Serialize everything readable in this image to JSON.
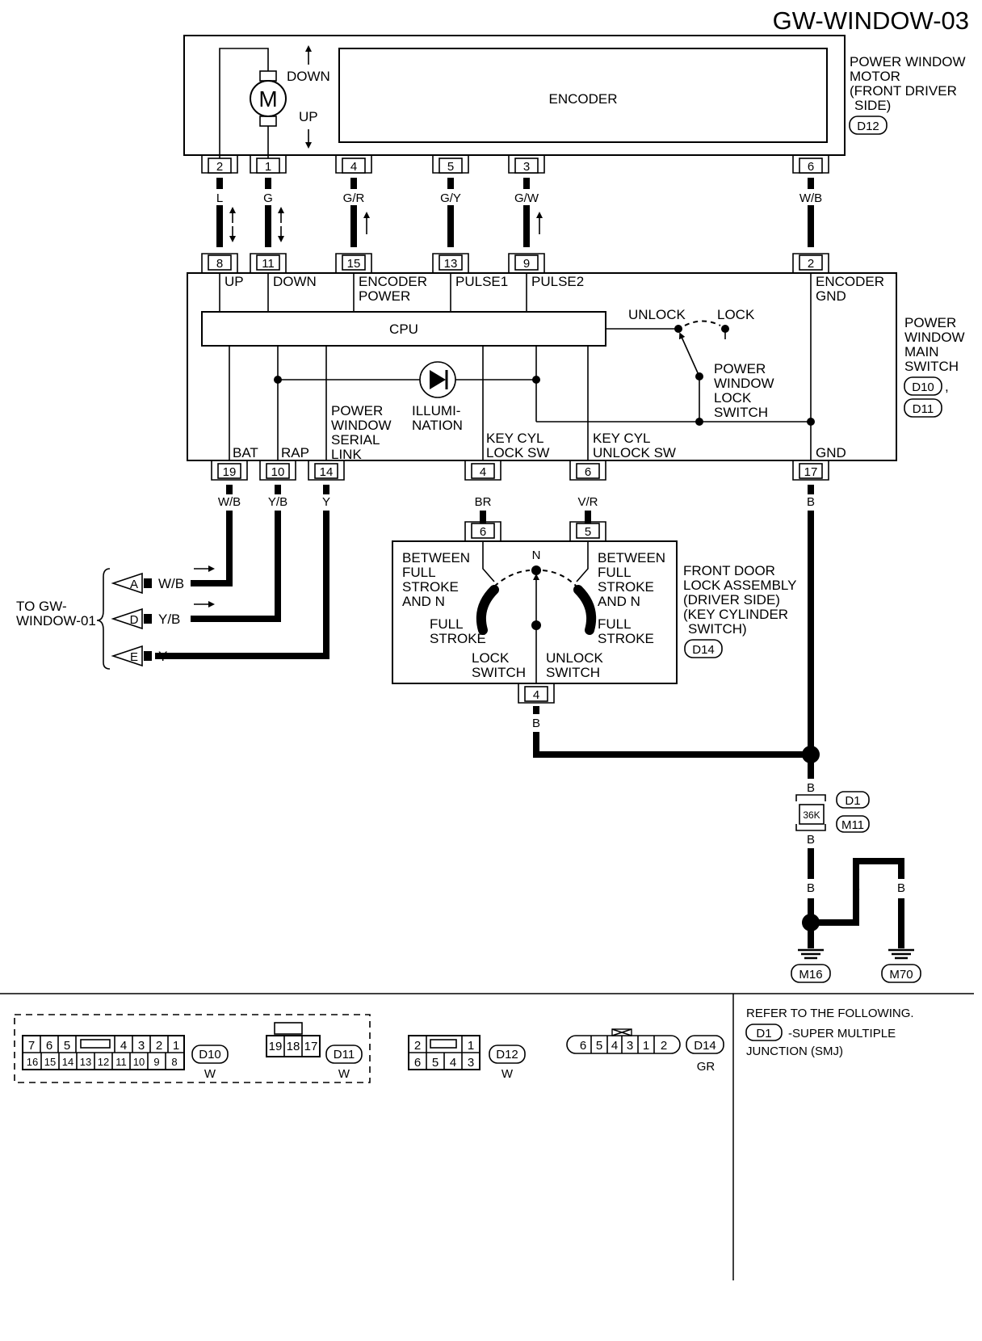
{
  "title": "GW-WINDOW-03",
  "motor": {
    "label_lines": [
      "POWER WINDOW",
      "MOTOR",
      "(FRONT DRIVER",
      "SIDE)"
    ],
    "connector": "D12",
    "symbol": "M",
    "down": "DOWN",
    "up": "UP",
    "encoder": "ENCODER"
  },
  "motor_pins": [
    "2",
    "1",
    "4",
    "5",
    "3",
    "6"
  ],
  "upper_wires": [
    "L",
    "G",
    "G/R",
    "G/Y",
    "G/W",
    "W/B"
  ],
  "switch": {
    "label_lines": [
      "POWER",
      "WINDOW",
      "MAIN",
      "SWITCH"
    ],
    "connectors": [
      "D10",
      "D11"
    ],
    "comma": ",",
    "top_pins": [
      "8",
      "11",
      "15",
      "13",
      "9",
      "2"
    ],
    "top_labels": [
      "UP",
      "DOWN",
      "ENCODER",
      "POWER",
      "PULSE1",
      "PULSE2",
      "ENCODER",
      "GND"
    ],
    "cpu": "CPU",
    "unlock": "UNLOCK",
    "lock": "LOCK",
    "lock_switch_lines": [
      "POWER",
      "WINDOW",
      "LOCK",
      "SWITCH"
    ],
    "illumination_lines": [
      "ILLUMI-",
      "NATION"
    ],
    "serial_lines": [
      "POWER",
      "WINDOW",
      "SERIAL",
      "LINK"
    ],
    "bat": "BAT",
    "rap": "RAP",
    "key_lock_lines": [
      "KEY CYL",
      "LOCK SW"
    ],
    "key_unlock_lines": [
      "KEY CYL",
      "UNLOCK SW"
    ],
    "gnd": "GND",
    "bottom_pins": [
      "19",
      "10",
      "14",
      "4",
      "6",
      "17"
    ]
  },
  "lower_wires": [
    "W/B",
    "Y/B",
    "Y",
    "BR",
    "V/R",
    "B"
  ],
  "to_window": {
    "label_lines": [
      "TO GW-",
      "WINDOW-01"
    ],
    "refs": [
      {
        "letter": "A",
        "wire": "W/B"
      },
      {
        "letter": "D",
        "wire": "Y/B"
      },
      {
        "letter": "E",
        "wire": "Y"
      }
    ]
  },
  "key_cylinder": {
    "label_lines": [
      "FRONT DOOR",
      "LOCK ASSEMBLY",
      "(DRIVER SIDE)",
      "(KEY CYLINDER",
      "SWITCH)"
    ],
    "connector": "D14",
    "top_pins": [
      "6",
      "5"
    ],
    "n": "N",
    "left_lines": [
      "BETWEEN",
      "FULL",
      "STROKE",
      "AND N"
    ],
    "right_lines": [
      "BETWEEN",
      "FULL",
      "STROKE",
      "AND N"
    ],
    "full_left": [
      "FULL",
      "STROKE"
    ],
    "full_right": [
      "FULL",
      "STROKE"
    ],
    "lock_sw": [
      "LOCK",
      "SWITCH"
    ],
    "unlock_sw": [
      "UNLOCK",
      "SWITCH"
    ],
    "bottom_pin": "4",
    "bottom_wire": "B"
  },
  "ground": {
    "wire_b": "B",
    "smj": "D1",
    "junction": "36K",
    "m11": "M11",
    "grounds": [
      "M16",
      "M70"
    ]
  },
  "connectors_legend": {
    "d10_top": [
      "7",
      "6",
      "5",
      "4",
      "3",
      "2",
      "1"
    ],
    "d10_bottom": [
      "16",
      "15",
      "14",
      "13",
      "12",
      "11",
      "10",
      "9",
      "8"
    ],
    "d10": "D10",
    "d11_pins": [
      "19",
      "18",
      "17"
    ],
    "d11": "D11",
    "d12_top": [
      "2",
      "1"
    ],
    "d12_bottom": [
      "6",
      "5",
      "4",
      "3"
    ],
    "d12": "D12",
    "d14_pins": [
      "6",
      "5",
      "4",
      "3",
      "1",
      "2"
    ],
    "d14": "D14",
    "colors": [
      "W",
      "W",
      "W",
      "GR"
    ]
  },
  "refer": {
    "title": "REFER TO THE FOLLOWING.",
    "code": "D1",
    "line1": "-SUPER MULTIPLE",
    "line2": "JUNCTION (SMJ)"
  }
}
